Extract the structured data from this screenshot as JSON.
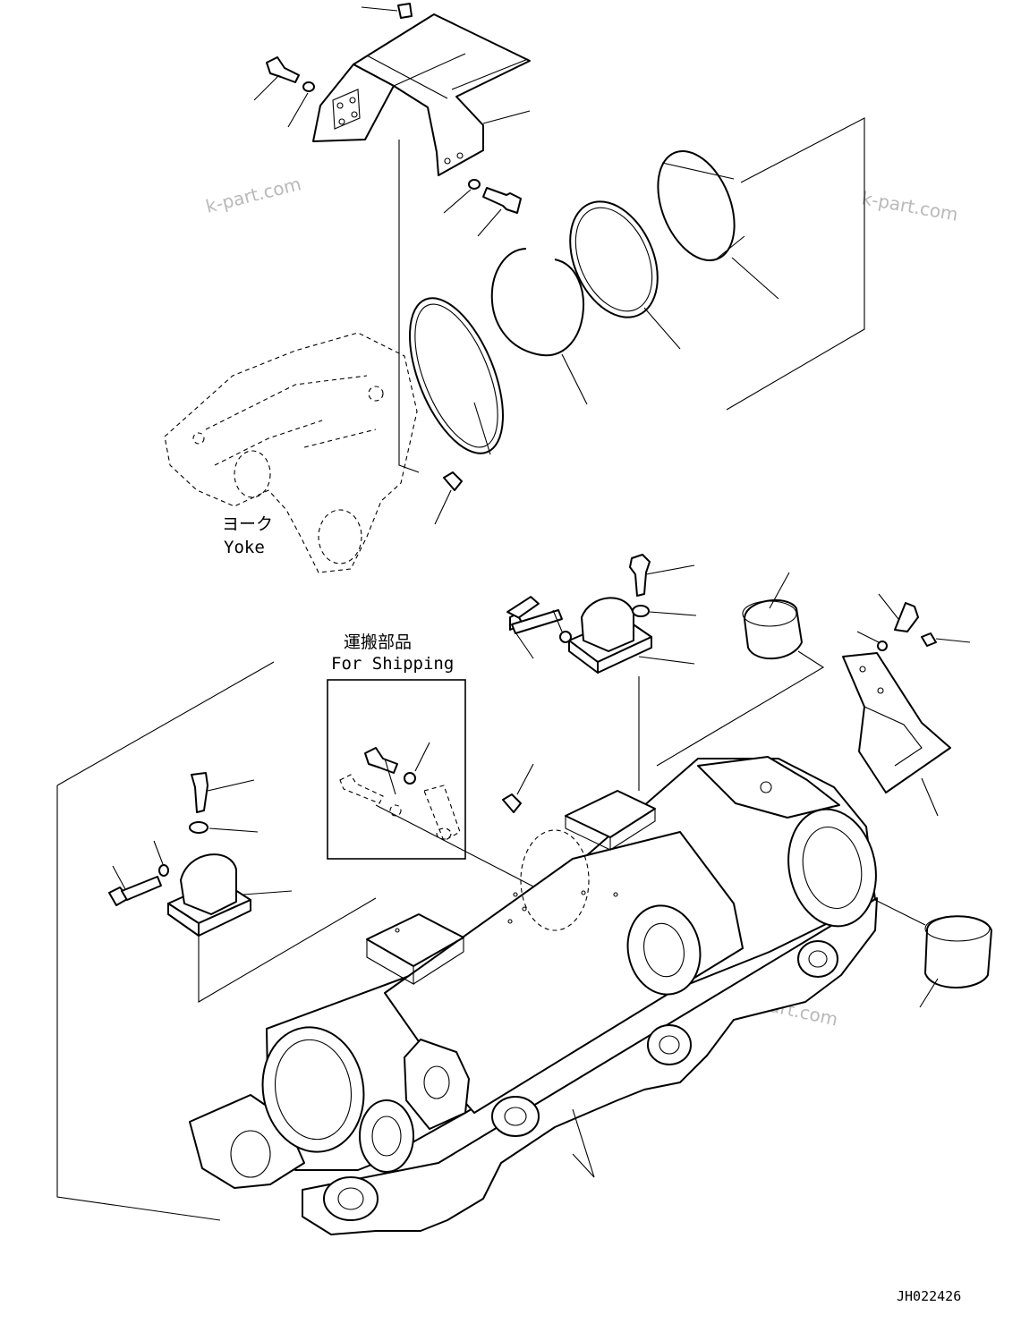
{
  "labels": {
    "yoke_jp": "ヨーク",
    "yoke_en": "Yoke",
    "shipping_jp": "運搬部品",
    "shipping_en": "For Shipping",
    "drawing_number": "JH022426"
  },
  "watermarks": [
    "k-part.com",
    "k-part.com",
    "k-part.com",
    "k-part.com"
  ],
  "colors": {
    "line": "#000000",
    "watermark": "#b9b9b9",
    "background": "#ffffff"
  }
}
